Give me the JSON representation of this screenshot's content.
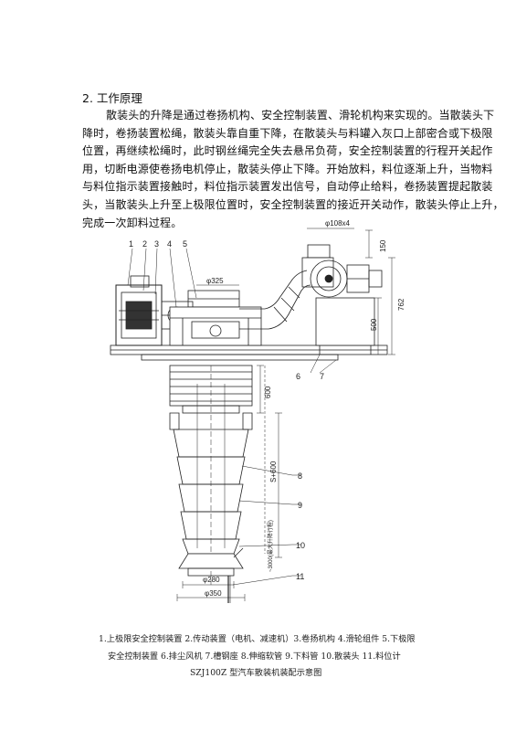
{
  "section_heading": "2. 工作原理",
  "paragraph_lines": [
    "散装头的升降是通过卷扬机构、安全控制装置、滑轮机构来实现的。当散装头下",
    "降时，卷扬装置松绳，散装头靠自重下降，在散装头与料罐入灰口上部密合或下极限",
    "位置，再继续松绳时，此时钢丝绳完全失去悬吊负荷，安全控制装置的行程开关起作",
    "用，切断电源使卷扬电机停止，散装头停止下降。开始放料，料位逐渐上升，当物料",
    "与料位指示装置接触时，料位指示装置发出信号，自动停止给料，卷扬装置提起散装",
    "头，当散装头上升至上极限位置时，安全控制装置的接近开关动作，散装头停止上升，",
    "完成一次卸料过程。"
  ],
  "drawing": {
    "part_numbers": [
      "1",
      "2",
      "3",
      "4",
      "5",
      "6",
      "7",
      "8",
      "9",
      "10",
      "11"
    ],
    "dimensions": {
      "fan_duct": "φ108x4",
      "top_150": "150",
      "right_762": "762",
      "right_500": "500",
      "inlet_325": "φ325",
      "bellows_600": "600",
      "stroke": "S+600",
      "travel": "~3000(最大升降行程)",
      "outlet_280": "φ280",
      "outlet_350": "φ350"
    }
  },
  "caption": {
    "line1": "1.上极限安全控制装置  2.传动装置（电机、减速机）3.卷扬机构    4.滑轮组件  5.下极限",
    "line2": "安全控制装置    6.排尘风机    7.槽钢座    8.伸缩软管  9.下料管      10.散装头    11.料位计",
    "title": "SZJ100Z 型汽车散装机装配示意图"
  }
}
